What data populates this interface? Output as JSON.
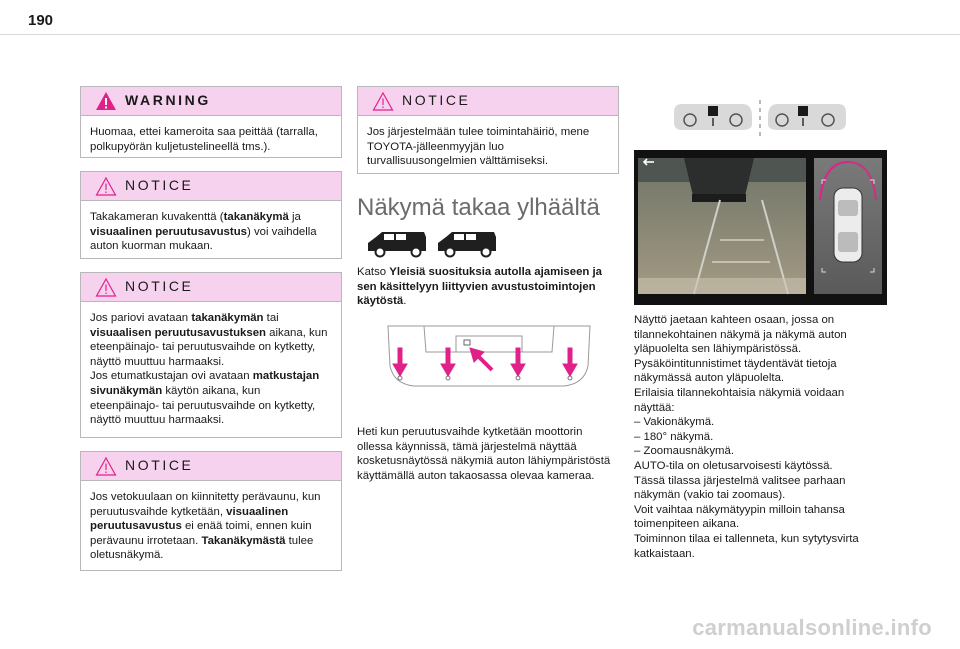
{
  "page": {
    "number": "190"
  },
  "left_column": {
    "warning": {
      "title": "WARNING",
      "text": "Huomaa, ettei kameroita saa peittää (tarralla, polkupyörän kuljetustelineellä tms.)."
    },
    "notice_1": {
      "title": "NOTICE",
      "parts": [
        "Takakameran kuvakenttä (",
        "takanäkymä",
        " ja ",
        "visuaalinen peruutusavustus",
        ") voi vaihdella auton kuorman mukaan."
      ]
    },
    "notice_2": {
      "title": "NOTICE",
      "p1": [
        "Jos pariovi avataan ",
        "takanäkymän",
        " tai ",
        "visuaalisen peruutusavustuksen",
        " aikana, kun eteenpäinajo- tai peruutusvaihde on kytketty, näyttö muuttuu harmaaksi."
      ],
      "p2": [
        "Jos etumatkustajan ovi avataan ",
        "matkustajan sivunäkymän",
        " käytön aikana, kun eteenpäinajo- tai peruutusvaihde on kytketty, näyttö muuttuu harmaaksi."
      ]
    },
    "notice_3": {
      "title": "NOTICE",
      "parts": [
        "Jos vetokuulaan on kiinnitetty perävaunu, kun peruutusvaihde kytketään, ",
        "visuaalinen peruutusavustus",
        " ei enää toimi, ennen kuin perävaunu irrotetaan. ",
        "Takanäkymästä",
        " tulee oletusnäkymä."
      ]
    }
  },
  "middle_column": {
    "notice": {
      "title": "NOTICE",
      "text": "Jos järjestelmään tulee toimintahäiriö, mene TOYOTA-jälleenmyyjän luo turvallisuusongelmien välttämiseksi."
    },
    "section_title": "Näkymä takaa ylhäältä",
    "intro": [
      "Katso ",
      "Yleisiä suosituksia autolla ajamiseen ja sen käsittelyyn liittyvien avustustoimintojen käytöstä",
      "."
    ],
    "body": "Heti kun peruutusvaihde kytketään moottorin ollessa käynnissä, tämä järjestelmä näyttää kosketusnäytössä näkymiä auton lähiympäristöstä käyttämällä auton takaosassa olevaa kameraa."
  },
  "right_column": {
    "lines": [
      "Näyttö jaetaan kahteen osaan, jossa on",
      "tilannekohtainen näkymä ja näkymä auton",
      "yläpuolelta sen lähiympäristössä.",
      "Pysäköintitunnistimet täydentävät tietoja",
      "näkymässä auton yläpuolelta.",
      "Erilaisia tilannekohtaisia näkymiä voidaan",
      "näyttää:",
      "–  Vakionäkymä.",
      "–  180° näkymä.",
      "–  Zoomausnäkymä.",
      "AUTO-tila on oletusarvoisesti käytössä.",
      "Tässä tilassa järjestelmä valitsee parhaan",
      "näkymän (vakio tai zoomaus).",
      "Voit vaihtaa näkymätyypin milloin tahansa",
      "toimenpiteen aikana.",
      "Toiminnon tilaa ei tallenneta, kun sytytysvirta",
      "katkaistaan."
    ],
    "screen_back_icon": "back-arrow-icon"
  },
  "footer": {
    "watermark": "carmanualsonline.info"
  },
  "colors": {
    "header_pink": "#f7d2ef",
    "arrow_magenta": "#e0218a",
    "warning_red": "#e0218a"
  }
}
